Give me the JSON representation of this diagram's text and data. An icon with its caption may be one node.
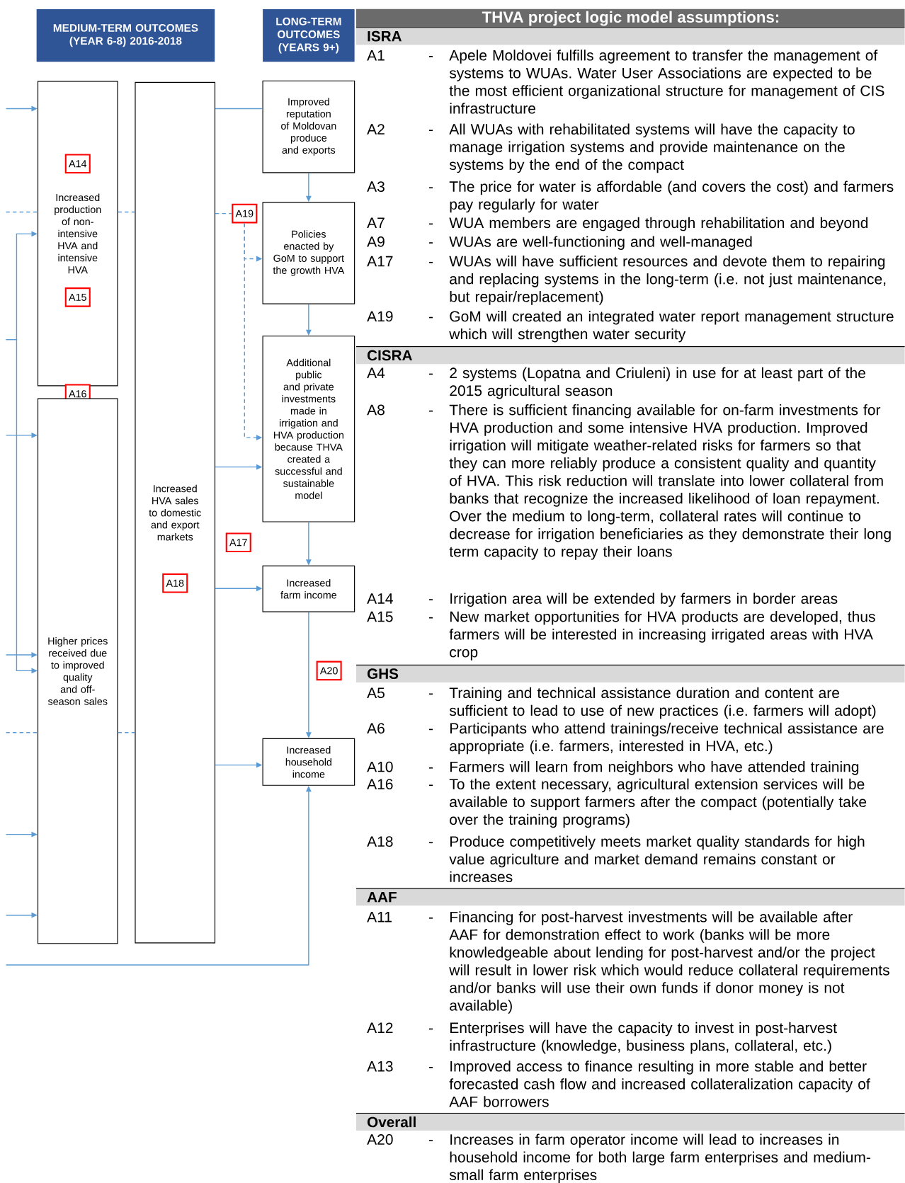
{
  "diagram": {
    "title": "THVA project logic model assumptions:",
    "nodes": [
      {
        "text": [
          "MEDIUM-TERM OUTCOMES (YEAR 6-8) 2016-2018"
        ]
      },
      {
        "text": [
          "LONG-TERM OUTCOMES (YEARS 9+)"
        ]
      },
      {
        "text": [
          "Increased production of non-intensive HVA and intensive HVA"
        ]
      },
      {
        "text": [
          "A14"
        ],
        "in": 2
      },
      {
        "text": [
          "A15"
        ],
        "in": 2
      },
      {
        "text": [
          "A16"
        ]
      },
      {
        "text": [
          "Higher prices received due to improved quality and off-season sales"
        ]
      },
      {
        "text": [
          "Increased HVA sales to domestic and export markets"
        ]
      },
      {
        "text": [
          "A18"
        ],
        "in": 7
      },
      {
        "text": [
          "Improved reputation of Moldovan produce and exports"
        ]
      },
      {
        "text": [
          "A19"
        ]
      },
      {
        "text": [
          "Policies enacted by GoM to support the growth HVA"
        ]
      },
      {
        "text": [
          "Additional public and private investments made in irrigation and HVA production because THVA created a successful and sustainable model"
        ]
      },
      {
        "text": [
          "A17"
        ]
      },
      {
        "text": [
          "Increased farm income"
        ]
      },
      {
        "text": [
          "A20"
        ]
      },
      {
        "text": [
          "Increased household income"
        ]
      }
    ],
    "edges": [
      {
        "from": null,
        "to": 2,
        "arrow": "to"
      },
      {
        "from": null,
        "to": 2,
        "arrow": "none",
        "style": "dashed"
      },
      {
        "from": 2,
        "to": 7,
        "arrow": "none",
        "style": "dashed"
      },
      {
        "from": 7,
        "to": 10,
        "arrow": "none",
        "style": "dashed"
      },
      {
        "from": 10,
        "to": 11,
        "arrow": "to",
        "style": "dashed"
      },
      {
        "from": 10,
        "to": 12,
        "arrow": "to",
        "style": "dashed"
      },
      {
        "from": null,
        "to": 2,
        "arrow": "to"
      },
      {
        "from": null,
        "to": 6,
        "arrow": "to"
      },
      {
        "from": null,
        "to": 6,
        "arrow": "to"
      },
      {
        "from": null,
        "to": 6,
        "arrow": "to"
      },
      {
        "from": null,
        "to": 6,
        "arrow": "to"
      },
      {
        "from": null,
        "to": 6,
        "arrow": "to"
      },
      {
        "from": null,
        "to": 6,
        "arrow": "none",
        "style": "dashed"
      },
      {
        "from": 6,
        "to": 7,
        "arrow": "none",
        "style": "dashed"
      },
      {
        "from": 7,
        "to": 9,
        "arrow": "none"
      },
      {
        "from": 9,
        "to": 11,
        "arrow": "to"
      },
      {
        "from": 11,
        "to": 12,
        "arrow": "to"
      },
      {
        "from": 12,
        "to": 14,
        "arrow": "to"
      },
      {
        "from": 14,
        "to": 16,
        "arrow": "to"
      },
      {
        "from": 7,
        "to": 12,
        "arrow": "to"
      },
      {
        "from": 7,
        "to": 14,
        "arrow": "to"
      },
      {
        "from": 7,
        "to": 16,
        "arrow": "to"
      },
      {
        "from": null,
        "to": 16,
        "arrow": "to"
      }
    ],
    "labels": [
      "ISRA",
      "A1",
      "-",
      "Apele Moldovei fulfills agreement to transfer the management of systems to WUAs. Water User Associations are expected to be the most efficient organizational structure for management of CIS infrastructure",
      "A2",
      "-",
      "All WUAs with rehabilitated systems will have the capacity to manage irrigation systems and provide maintenance on the systems by the end of the compact",
      "A3",
      "-",
      "The price for water is affordable (and covers the cost) and farmers pay regularly for water",
      "A7",
      "-",
      "WUA members are engaged through rehabilitation and beyond",
      "A9",
      "-",
      "WUAs are well-functioning and well-managed",
      "A17",
      "-",
      "WUAs will have sufficient resources and devote them to repairing and replacing systems in the long-term (i.e. not just maintenance, but repair/replacement)",
      "A19",
      "-",
      "GoM will created an integrated water report management structure which will strengthen water security",
      "CISRA",
      "A4",
      "-",
      "2 systems (Lopatna and Criuleni) in use for at least part of the 2015 agricultural season",
      "A8",
      "-",
      "There is sufficient financing available for on-farm investments for HVA production and some intensive HVA production. Improved irrigation will mitigate weather-related risks for farmers so that they can more reliably produce a consistent quality and quantity of HVA. This risk reduction will translate into lower collateral from banks that recognize the increased likelihood of loan repayment. Over the medium to long-term, collateral rates will continue to decrease for irrigation beneficiaries as they demonstrate their long term capacity to repay their loans",
      "A14",
      "-",
      "Irrigation area will be extended by farmers in border areas",
      "A15",
      "-",
      "New market opportunities for HVA products are developed, thus farmers will be interested in increasing irrigated areas with HVA crop",
      "GHS",
      "A5",
      "-",
      "Training and technical assistance duration and content are sufficient to lead to use of new practices (i.e. farmers will adopt)",
      "A6",
      "-",
      "Participants who attend trainings/receive technical assistance are appropriate (i.e. farmers, interested in HVA, etc.)",
      "A10",
      "-",
      "Farmers will learn from neighbors who have attended training",
      "A16",
      "-",
      "To the extent necessary, agricultural extension services will be available to support farmers after the compact (potentially take over the training programs)",
      "A18",
      "-",
      "Produce competitively meets market quality standards for high value agriculture and market demand remains constant or increases",
      "AAF",
      "A11",
      "-",
      "Financing for post-harvest investments will be available after AAF for demonstration effect to work (banks will be more knowledgeable about lending for post-harvest and/or the project will result in lower risk which would reduce collateral requirements and/or banks will use their own funds if donor money is not available)",
      "A12",
      "-",
      "Enterprises will have the capacity to invest in post-harvest infrastructure (knowledge, business plans, collateral, etc.)",
      "A13",
      "-",
      "Improved access to finance resulting in more stable and better forecasted cash flow and increased collateralization capacity of AAF borrowers",
      "Overall",
      "A20",
      "-",
      "Increases in farm operator income will lead to increases in household income for both large farm enterprises and medium-small farm enterprises"
    ]
  }
}
